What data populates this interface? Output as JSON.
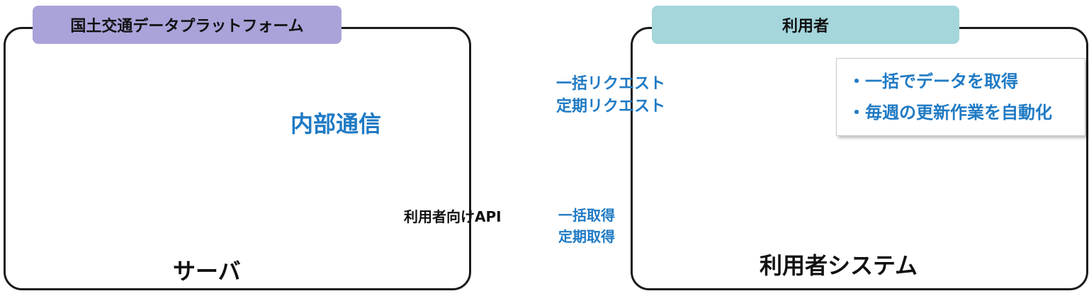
{
  "left_panel": {
    "title": "国土交通データプラットフォーム",
    "server_label": "サーバ",
    "internal_label": "内部通信"
  },
  "api": {
    "label": "利用者向けAPI"
  },
  "right_panel": {
    "title": "利用者",
    "system_label": "利用者システム"
  },
  "request_labels": [
    "一括リクエスト",
    "定期リクエスト"
  ],
  "response_labels": [
    "一括取得",
    "定期取得"
  ],
  "callout": {
    "lines": [
      "・一括でデータを取得",
      "・毎週の更新作業を自動化"
    ]
  },
  "colors": {
    "tab_left": "#a9a3da",
    "tab_right": "#a4d6dc",
    "server_navy": "#1e1e78",
    "db_gray": "#808080",
    "gear_blue": "#1f7ac4",
    "text_blue": "#1f7ac4"
  }
}
